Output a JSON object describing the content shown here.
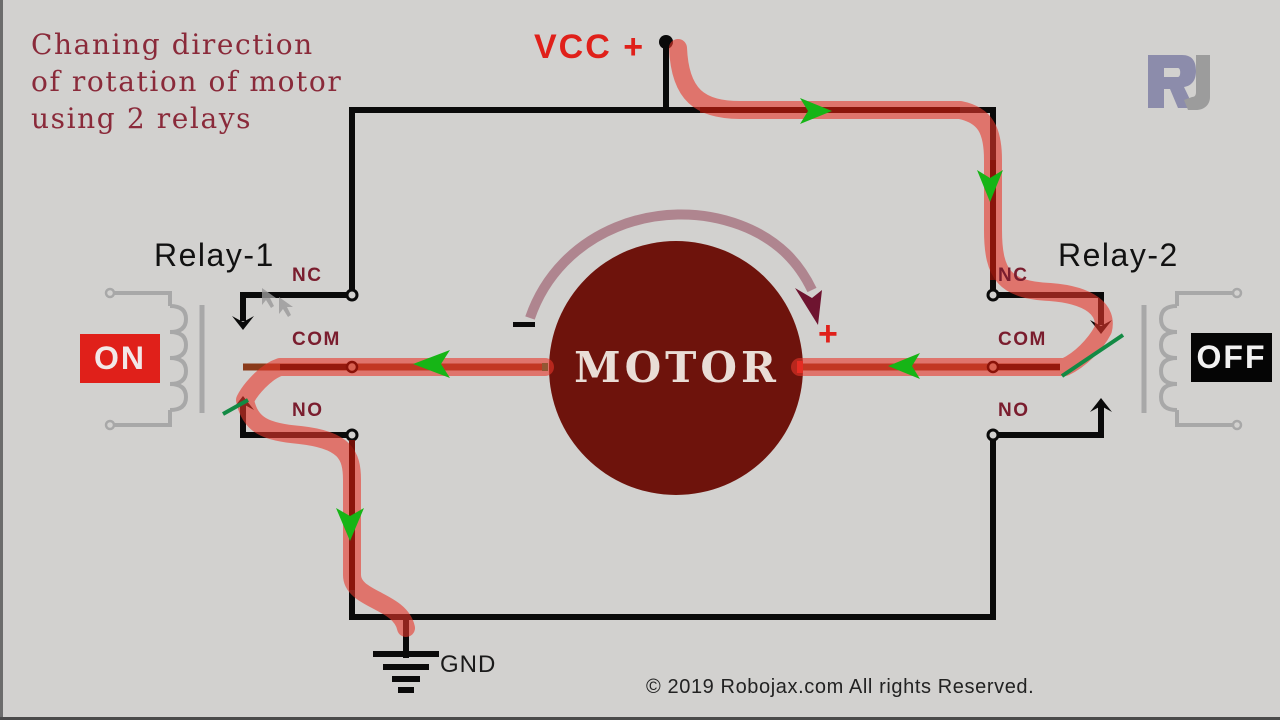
{
  "title": "Chaning direction\nof rotation of motor\nusing 2 relays",
  "supply": {
    "label": "VCC +"
  },
  "ground": {
    "label": "GND"
  },
  "logo": {
    "text": "RJ",
    "colors": {
      "r": "#8c8cab",
      "j": "#9c9c9c"
    }
  },
  "motor": {
    "label": "MOTOR",
    "negative_terminal": "-",
    "positive_terminal": "+",
    "color": "#6e130c",
    "rotation": "clockwise"
  },
  "relays": [
    {
      "name": "Relay-1",
      "state": "ON",
      "pins": {
        "nc": "NC",
        "com": "COM",
        "no": "NO"
      },
      "contact": "NO"
    },
    {
      "name": "Relay-2",
      "state": "OFF",
      "pins": {
        "nc": "NC",
        "com": "COM",
        "no": "NO"
      },
      "contact": "NC"
    }
  ],
  "current_path": [
    "VCC",
    "Relay-2 NC",
    "Relay-2 COM",
    "Motor +",
    "Motor -",
    "Relay-1 COM",
    "Relay-1 NO",
    "GND"
  ],
  "colors": {
    "background": "#d2d1cf",
    "wire": "#0a0a0a",
    "current": "#e8352a",
    "arrow": "#16b516",
    "title": "#8a2a3a",
    "pin_label": "#7a1d2e",
    "on": "#e0201a",
    "off": "#050505",
    "coil": "#a8a8a8"
  },
  "footer": {
    "copyright": "© 2019 Robojax.com All rights Reserved."
  }
}
